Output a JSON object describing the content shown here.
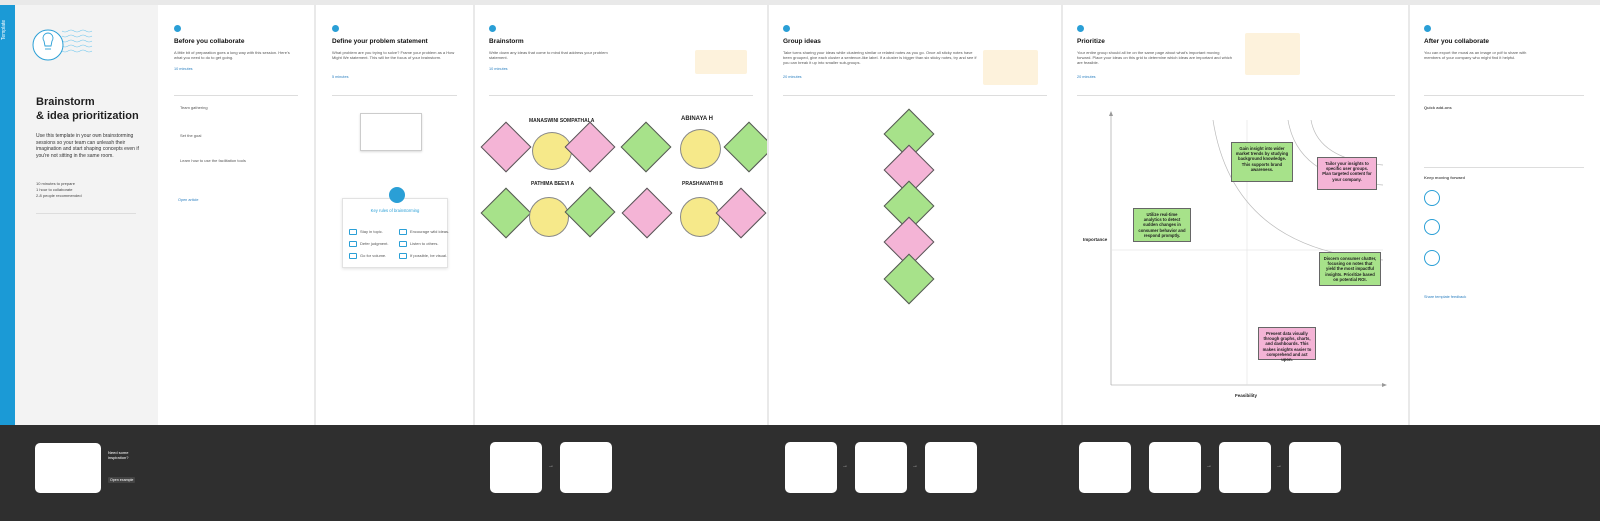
{
  "cover": {
    "tab": "Template",
    "title_line1": "Brainstorm",
    "title_line2": "& idea prioritization",
    "desc": "Use this template in your own brainstorming sessions so your team can unleash their imagination and start shaping concepts even if you're not sitting in the same room.",
    "meta": [
      "10 minutes to prepare",
      "1 hour to collaborate",
      "2-8 people recommended"
    ],
    "read_more": "Need some inspiration?",
    "open_example": "Open example"
  },
  "step1": {
    "title": "Before you collaborate",
    "minutes": "10 minutes",
    "items": [
      "Team gathering",
      "Set the goal",
      "Learn how to use the facilitation tools"
    ],
    "open_article": "Open article"
  },
  "step2": {
    "title": "Define your problem statement",
    "minutes": "5 minutes",
    "key_rules": "Key rules of brainstorming",
    "rules": [
      "Stay in topic.",
      "Encourage wild ideas.",
      "Defer judgment.",
      "Listen to others.",
      "Go for volume.",
      "If possible, be visual."
    ]
  },
  "step3": {
    "title": "Brainstorm",
    "minutes": "10 minutes",
    "names": [
      "MANASWINI SOMPATHALA",
      "ABINAYA H",
      "PATHIMA BEEVI A",
      "PRASHANATHI B"
    ]
  },
  "step4": {
    "title": "Group ideas",
    "minutes": "20 minutes"
  },
  "step5": {
    "title": "Prioritize",
    "x_label": "Feasibility",
    "y_label": "Importance",
    "notes": [
      "Gain insight into wider market trends by studying background knowledge. This supports brand awareness.",
      "Tailor your insights to specific user groups. Plan targeted content for your company.",
      "Utilize real-time analytics to detect sudden changes in consumer behavior and respond promptly.",
      "Discern consumer chatter, focusing on notes that yield the most impactful insights. Prioritize based on potential ROI.",
      "Present data visually through graphs, charts, and dashboards. This makes insights easier to comprehend and act upon."
    ]
  },
  "step6": {
    "title": "After you collaborate",
    "desc": "You can export the mural as an image or pdf to share with members of your company who might find it helpful.",
    "quick_add": "Quick add-ons",
    "keep_moving": "Keep moving forward",
    "share": "Share template feedback"
  },
  "colors": {
    "accent": "#2a9fd6",
    "pink": "#f4b4d6",
    "green": "#a7e28a",
    "yellow": "#f6e98a"
  }
}
